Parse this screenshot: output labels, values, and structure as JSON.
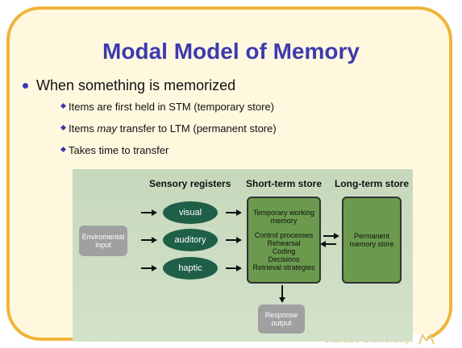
{
  "slide": {
    "title": "Modal Model of Memory",
    "bullet": "When something is memorized",
    "sub_points": [
      {
        "text": "Items are first held in STM (temporary store)"
      },
      {
        "pre": "Items ",
        "emph": "may",
        "post": " transfer to LTM (permanent store)"
      },
      {
        "text": "Takes time to transfer"
      }
    ]
  },
  "diagram": {
    "headers": {
      "sensory": "Sensory registers",
      "short_term": "Short-term store",
      "long_term": "Long-term store"
    },
    "input_lines": [
      "Enviromental",
      "input"
    ],
    "registers": [
      "visual",
      "auditory",
      "haptic"
    ],
    "stm": {
      "working": [
        "Temporary working",
        "memory"
      ],
      "processes": [
        "Control processes",
        "Rehearsal",
        "Coding",
        "Decisions",
        "Retrieval strategies"
      ]
    },
    "ltm_lines": [
      "Permanent",
      "memory store"
    ],
    "response_lines": [
      "Response",
      "output"
    ]
  },
  "footer": {
    "logo_text": "Purdue University"
  },
  "colors": {
    "title": "#3d3ab0",
    "border": "#f0b43a",
    "slide_bg": "#fff8df",
    "diagram_bg": "#c6d8bc",
    "oval": "#1f5f48",
    "store_box": "#6b9a4e",
    "grey_box": "#a0a0a0"
  }
}
